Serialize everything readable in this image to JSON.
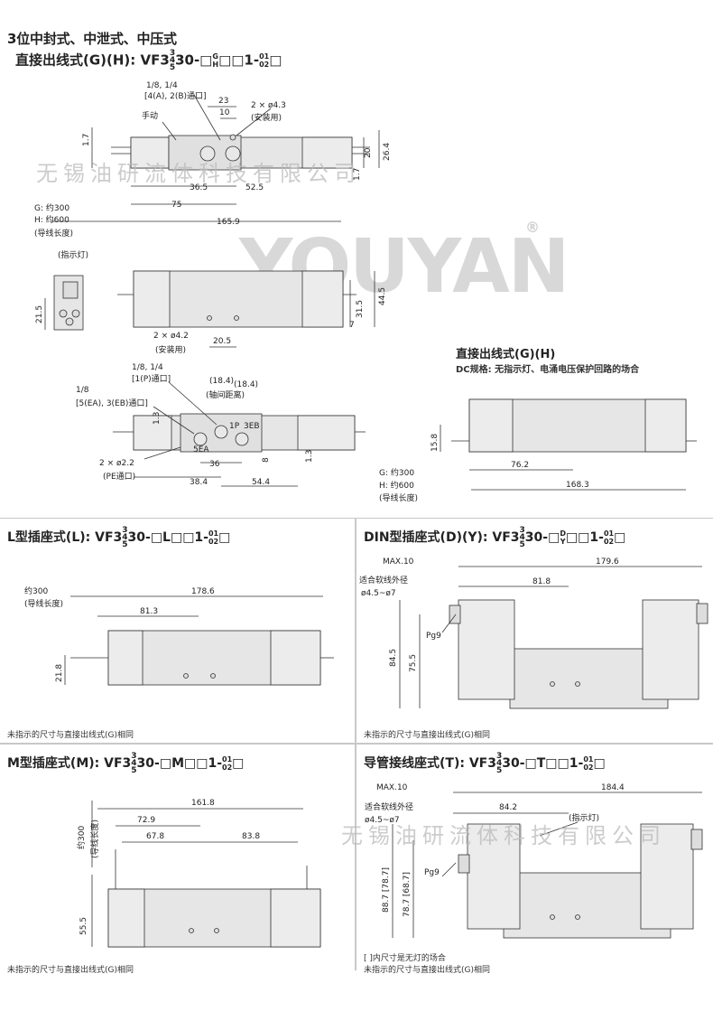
{
  "header": {
    "title": "3位中封式、中泄式、中压式",
    "subtitle": "直接出线式(G)(H): VF3",
    "subtitle_frac": [
      "3",
      "4",
      "5"
    ],
    "subtitle_tail": "30-□",
    "subtitle_gh": [
      "G",
      "H"
    ],
    "subtitle_tail2": "□□1-",
    "subtitle_01": [
      "01",
      "02"
    ],
    "subtitle_end": "□"
  },
  "watermark": {
    "text_top": "无锡油研流体科技有限公司",
    "text_bottom": "无锡油研流体科技有限公司",
    "logo": "YOUYAN",
    "logo_mark": "®"
  },
  "view1": {
    "port_size": "1/8, 1/4",
    "port_label": "[4(A), 2(B)通口]",
    "manual": "手动",
    "dim_23": "23",
    "dim_10": "10",
    "mount_holes": "2 × ø4.3",
    "mount_label": "(安装用)",
    "dim_1_7_left": "1.7",
    "dim_20": "20",
    "dim_26_4": "26.4",
    "dim_1_7_right": "1.7",
    "dim_36_5": "36.5",
    "dim_52_5": "52.5",
    "dim_75": "75",
    "dim_165_9": "165.9",
    "lead_g": "G: 约300",
    "lead_h": "H: 约600",
    "lead_label": "(导线长度)"
  },
  "view_end": {
    "indicator": "(指示灯)",
    "dim_21_5": "21.5"
  },
  "view2": {
    "mount_holes": "2 × ø4.2",
    "mount_label": "(安装用)",
    "dim_20_5": "20.5",
    "dim_31_5": "31.5",
    "dim_44_5": "44.5",
    "dim_7": "7"
  },
  "view3": {
    "port_p_size": "1/8, 1/4",
    "port_p_label": "[1(P)通口]",
    "dim_18_4_a": "(18.4)",
    "dim_18_4_b": "(18.4)",
    "axial_label": "(轴间距离)",
    "port_e_size": "1/8",
    "port_e_label": "[5(EA), 3(EB)通口]",
    "dim_1_3_top": "1.3",
    "pe_holes": "2 × ø2.2",
    "pe_label": "(PE通口)",
    "dim_36": "36",
    "dim_8": "8",
    "dim_1_3_bottom": "1.3",
    "dim_38_4": "38.4",
    "dim_54_4": "54.4",
    "mark_1p": "1P",
    "mark_3eb": "3EB",
    "mark_5ea": "5EA"
  },
  "direct_panel": {
    "title": "直接出线式(G)(H)",
    "note": "DC规格: 无指示灯、电涌电压保护回路的场合",
    "dim_15_8": "15.8",
    "dim_76_2": "76.2",
    "dim_168_3": "168.3",
    "lead_g": "G: 约300",
    "lead_h": "H: 约600",
    "lead_label": "(导线长度)"
  },
  "panel_l": {
    "title": "L型插座式(L): VF3",
    "tail": "30-□L□□1-",
    "lead": "约300",
    "lead_label": "(导线长度)",
    "dim_178_6": "178.6",
    "dim_81_3": "81.3",
    "dim_21_8": "21.8",
    "footnote": "未指示的尺寸与直接出线式(G)相同"
  },
  "panel_din": {
    "title": "DIN型插座式(D)(Y): VF3",
    "tail": "30-□",
    "dy": [
      "D",
      "Y"
    ],
    "tail2": "□□1-",
    "max": "MAX.10",
    "cable": "适合软线外径",
    "cable_dia": "ø4.5~ø7",
    "dim_179_6": "179.6",
    "dim_81_8": "81.8",
    "pg": "Pg9",
    "dim_84_5": "84.5",
    "dim_75_5": "75.5",
    "footnote": "未指示的尺寸与直接出线式(G)相同"
  },
  "panel_m": {
    "title": "M型插座式(M): VF3",
    "tail": "30-□M□□1-",
    "lead": "约300",
    "lead_label": "(导线长度)",
    "dim_161_8": "161.8",
    "dim_72_9": "72.9",
    "dim_67_8": "67.8",
    "dim_83_8": "83.8",
    "dim_55_5": "55.5",
    "footnote": "未指示的尺寸与直接出线式(G)相同"
  },
  "panel_t": {
    "title": "导管接线座式(T): VF3",
    "tail": "30-□T□□1-",
    "max": "MAX.10",
    "dim_184_4": "184.4",
    "cable": "适合软线外径",
    "cable_dia": "ø4.5~ø7",
    "dim_84_2": "84.2",
    "indicator": "(指示灯)",
    "pg": "Pg9",
    "dim_88_7": "88.7 [78.7]",
    "dim_78_7": "78.7 [68.7]",
    "footnote1": "[ ]内尺寸是无灯的场合",
    "footnote2": "未指示的尺寸与直接出线式(G)相同"
  },
  "colors": {
    "body_fill": "#e6e6e6",
    "line": "#333333",
    "separator": "#c8c8c8"
  }
}
